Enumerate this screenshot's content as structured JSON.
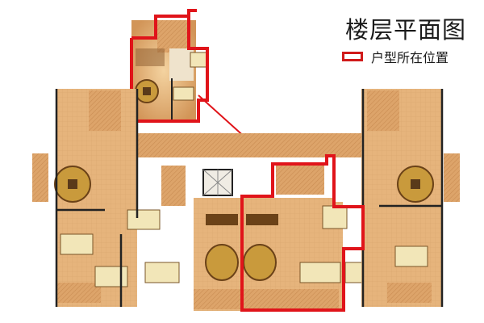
{
  "header": {
    "title": "楼层平面图",
    "legend_label": "户型所在位置"
  },
  "colors": {
    "highlight": "#e0141a",
    "floor": "#d9a066",
    "floor_light": "#ebc28e",
    "wall": "#222222",
    "corridor": "#e0aa72"
  },
  "inset": {
    "description": "enlarged unit plan outlined in red",
    "outline_color": "#e0141a"
  },
  "main_plan": {
    "description": "full floor plan with highlighted unit",
    "highlighted_unit": "center-right unit"
  }
}
